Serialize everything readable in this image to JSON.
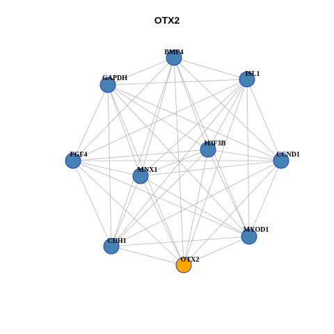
{
  "title": "OTX2",
  "colors": {
    "node_fill": "#4682b4",
    "node_stroke": "#1f3fbf",
    "highlight_fill": "#ffa500",
    "edge": "#b4b4b4"
  },
  "graph": {
    "highlight": "OTX2",
    "nodes": [
      {
        "id": "BMP4",
        "label": "BMP4"
      },
      {
        "id": "ISL1",
        "label": "ISL1"
      },
      {
        "id": "GAPDH",
        "label": "GAPDH"
      },
      {
        "id": "H3F3B",
        "label": "H3F3B"
      },
      {
        "id": "CCND1",
        "label": "CCND1"
      },
      {
        "id": "FGF4",
        "label": "FGF4"
      },
      {
        "id": "MNX1",
        "label": "MNX1"
      },
      {
        "id": "MYOD1",
        "label": "MYOD1"
      },
      {
        "id": "CDH1",
        "label": "CDH1"
      },
      {
        "id": "OTX2",
        "label": "OTX2"
      }
    ],
    "edges": [
      [
        "BMP4",
        "GAPDH"
      ],
      [
        "BMP4",
        "ISL1"
      ],
      [
        "BMP4",
        "H3F3B"
      ],
      [
        "BMP4",
        "MNX1"
      ],
      [
        "BMP4",
        "CDH1"
      ],
      [
        "BMP4",
        "OTX2"
      ],
      [
        "BMP4",
        "MYOD1"
      ],
      [
        "BMP4",
        "CCND1"
      ],
      [
        "BMP4",
        "FGF4"
      ],
      [
        "GAPDH",
        "ISL1"
      ],
      [
        "GAPDH",
        "FGF4"
      ],
      [
        "GAPDH",
        "H3F3B"
      ],
      [
        "GAPDH",
        "MNX1"
      ],
      [
        "GAPDH",
        "CCND1"
      ],
      [
        "GAPDH",
        "MYOD1"
      ],
      [
        "GAPDH",
        "OTX2"
      ],
      [
        "GAPDH",
        "CDH1"
      ],
      [
        "ISL1",
        "H3F3B"
      ],
      [
        "ISL1",
        "CCND1"
      ],
      [
        "ISL1",
        "MNX1"
      ],
      [
        "ISL1",
        "MYOD1"
      ],
      [
        "ISL1",
        "OTX2"
      ],
      [
        "ISL1",
        "CDH1"
      ],
      [
        "ISL1",
        "FGF4"
      ],
      [
        "H3F3B",
        "FGF4"
      ],
      [
        "H3F3B",
        "CCND1"
      ],
      [
        "H3F3B",
        "MYOD1"
      ],
      [
        "H3F3B",
        "OTX2"
      ],
      [
        "H3F3B",
        "CDH1"
      ],
      [
        "H3F3B",
        "MNX1"
      ],
      [
        "CCND1",
        "FGF4"
      ],
      [
        "CCND1",
        "MNX1"
      ],
      [
        "CCND1",
        "MYOD1"
      ],
      [
        "CCND1",
        "OTX2"
      ],
      [
        "CCND1",
        "CDH1"
      ],
      [
        "FGF4",
        "MNX1"
      ],
      [
        "FGF4",
        "CDH1"
      ],
      [
        "FGF4",
        "OTX2"
      ],
      [
        "FGF4",
        "MYOD1"
      ],
      [
        "MNX1",
        "CDH1"
      ],
      [
        "MNX1",
        "OTX2"
      ],
      [
        "MNX1",
        "MYOD1"
      ],
      [
        "CDH1",
        "OTX2"
      ],
      [
        "CDH1",
        "MYOD1"
      ],
      [
        "OTX2",
        "MYOD1"
      ]
    ]
  }
}
